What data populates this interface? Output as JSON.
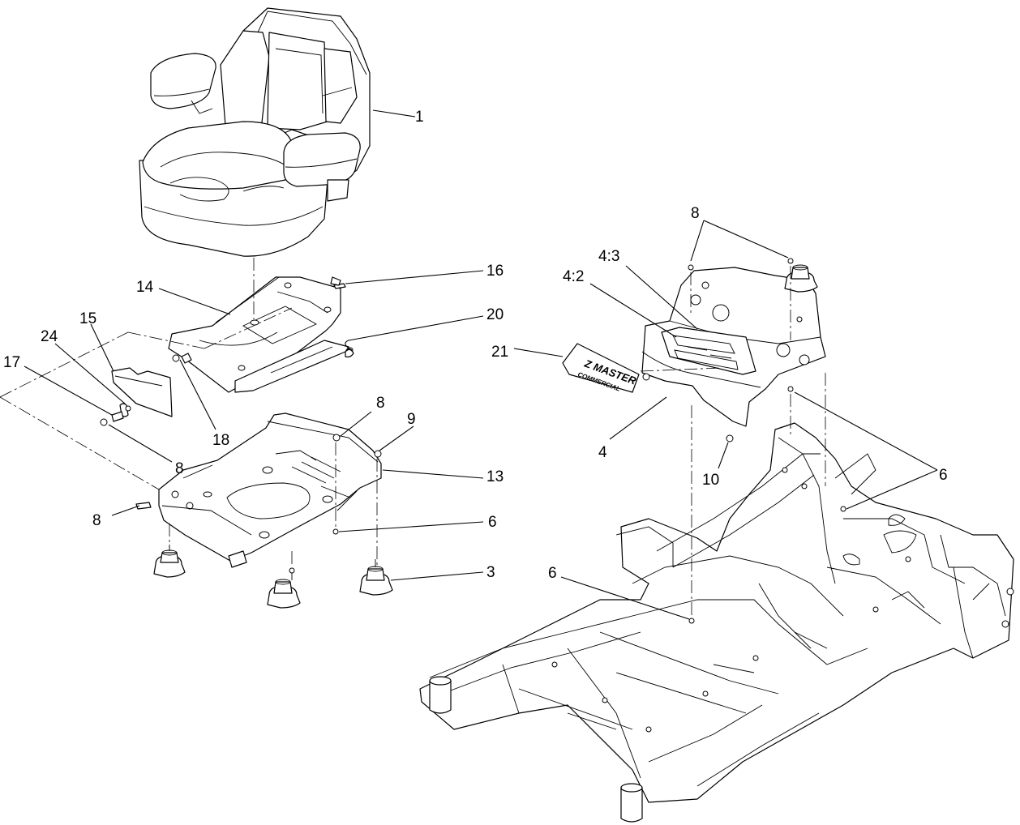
{
  "callouts": [
    {
      "id": "c1",
      "label": "1"
    },
    {
      "id": "c16",
      "label": "16"
    },
    {
      "id": "c14",
      "label": "14"
    },
    {
      "id": "c20",
      "label": "20"
    },
    {
      "id": "c15",
      "label": "15"
    },
    {
      "id": "c24",
      "label": "24"
    },
    {
      "id": "c17",
      "label": "17"
    },
    {
      "id": "c18",
      "label": "18"
    },
    {
      "id": "c8a",
      "label": "8"
    },
    {
      "id": "c9",
      "label": "9"
    },
    {
      "id": "c13",
      "label": "13"
    },
    {
      "id": "c8b",
      "label": "8"
    },
    {
      "id": "c8c",
      "label": "8"
    },
    {
      "id": "c6a",
      "label": "6"
    },
    {
      "id": "c3",
      "label": "3"
    },
    {
      "id": "c8d",
      "label": "8"
    },
    {
      "id": "c43",
      "label": "4:3"
    },
    {
      "id": "c42",
      "label": "4:2"
    },
    {
      "id": "c21",
      "label": "21"
    },
    {
      "id": "c4",
      "label": "4"
    },
    {
      "id": "c10",
      "label": "10"
    },
    {
      "id": "c6b",
      "label": "6"
    },
    {
      "id": "c6c",
      "label": "6"
    }
  ],
  "decal": {
    "line1": "Z MASTER",
    "line2": "COMMERCIAL"
  }
}
